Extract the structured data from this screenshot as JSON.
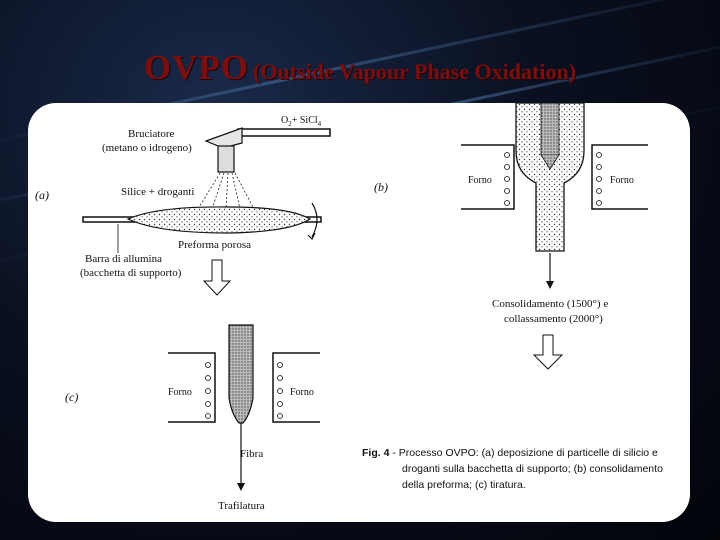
{
  "title": {
    "main": "OVPO",
    "sub": "(Outside Vapour Phase Oxidation)"
  },
  "diagram_a": {
    "label": "(a)",
    "burner": "Bruciatore",
    "burner_fuel": "(metano o idrogeno)",
    "gas_main": "O",
    "gas_sub": "2",
    "gas_rest": "+ SiCl",
    "gas_sub2": "4",
    "silica": "Silice + droganti",
    "preform": "Preforma porosa",
    "rod": "Barra di allumina",
    "rod_note": "(bacchetta di supporto)"
  },
  "diagram_b": {
    "label": "(b)",
    "furnace_left": "Forno",
    "furnace_right": "Forno",
    "process_1": "Consolidamento (1500°) e",
    "process_2": "collassamento (2000°)"
  },
  "diagram_c": {
    "label": "(c)",
    "furnace_left": "Forno",
    "furnace_right": "Forno",
    "fiber": "Fibra",
    "drawing": "Trafilatura"
  },
  "caption": {
    "fig": "Fig. 4",
    "line1": " - Processo OVPO: (a) deposizione di particelle di silicio e",
    "line2": "droganti sulla bacchetta di supporto; (b) consolidamento",
    "line3": "della preforma; (c) tiratura."
  },
  "colors": {
    "title": "#7a0f10",
    "background": "#0a1020",
    "panel": "#ffffff"
  }
}
